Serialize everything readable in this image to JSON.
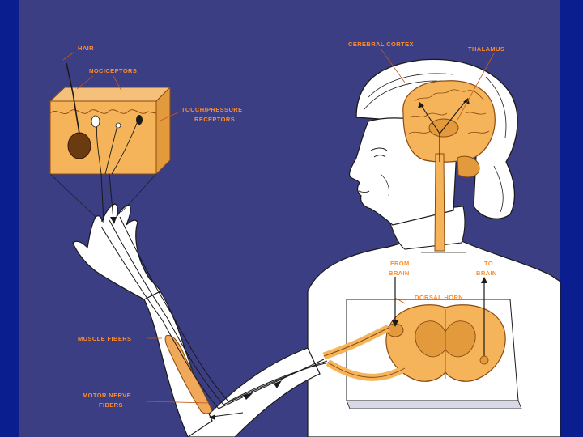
{
  "colors": {
    "slide_bg": "#0b1e8f",
    "panel_bg": "#3b3e82",
    "label": "#ff8c2a",
    "tissue": "#f5b45a",
    "skin": "#ffffff",
    "outline": "#1a1a1a"
  },
  "labels": {
    "hair": "HAIR",
    "nociceptors": "NOCICEPTORS",
    "touch_pressure_1": "TOUCH/PRESSURE",
    "touch_pressure_2": "RECEPTORS",
    "cerebral_cortex": "CEREBRAL CORTEX",
    "thalamus": "THALAMUS",
    "from_brain_1": "FROM",
    "from_brain_2": "BRAIN",
    "to_brain_1": "TO",
    "to_brain_2": "BRAIN",
    "dorsal_horn": "DORSAL HORN",
    "muscle_fibers": "MUSCLE FIBERS",
    "motor_nerve_1": "MOTOR NERVE",
    "motor_nerve_2": "FIBERS"
  }
}
